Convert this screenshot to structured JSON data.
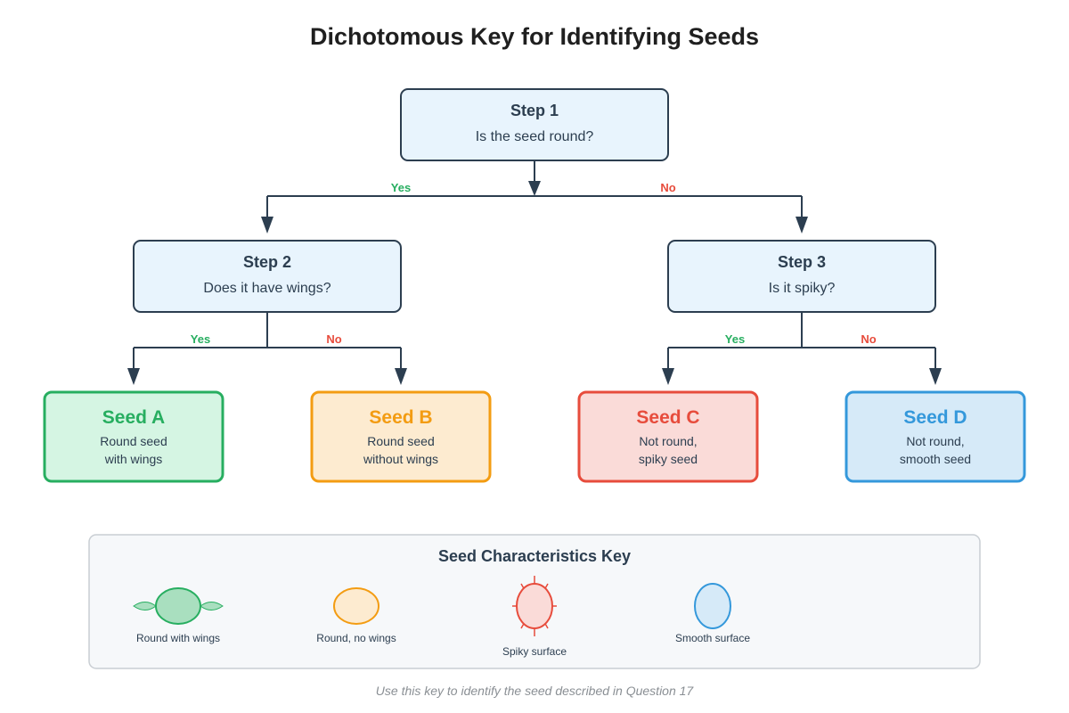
{
  "title": "Dichotomous Key for Identifying Seeds",
  "steps": [
    {
      "label": "Step 1",
      "question": "Is the seed round?"
    },
    {
      "label": "Step 2",
      "question": "Does it have wings?"
    },
    {
      "label": "Step 3",
      "question": "Is it spiky?"
    }
  ],
  "branches": {
    "yes": "Yes",
    "no": "No"
  },
  "seeds": [
    {
      "name": "Seed A",
      "desc_line1": "Round seed",
      "desc_line2": "with wings",
      "color": "#27ae60",
      "fill": "#d5f5e3"
    },
    {
      "name": "Seed B",
      "desc_line1": "Round seed",
      "desc_line2": "without wings",
      "color": "#f39c12",
      "fill": "#fdebd0"
    },
    {
      "name": "Seed C",
      "desc_line1": "Not round,",
      "desc_line2": "spiky seed",
      "color": "#e74c3c",
      "fill": "#fadbd8"
    },
    {
      "name": "Seed D",
      "desc_line1": "Not round,",
      "desc_line2": "smooth seed",
      "color": "#3498db",
      "fill": "#d6eaf8"
    }
  ],
  "key": {
    "title": "Seed Characteristics Key",
    "items": [
      {
        "label": "Round with wings",
        "icon": "winged-seed-icon"
      },
      {
        "label": "Round, no wings",
        "icon": "round-seed-icon"
      },
      {
        "label": "Spiky surface",
        "icon": "spiky-seed-icon"
      },
      {
        "label": "Smooth surface",
        "icon": "smooth-seed-icon"
      }
    ]
  },
  "footer": "Use this key to identify the seed described in Question 17",
  "colors": {
    "step_fill": "#e8f4fd",
    "step_border": "#2c3e50",
    "yes": "#27ae60",
    "no": "#e74c3c",
    "key_panel_fill": "#f6f8fa",
    "key_panel_border": "#c9ced3"
  }
}
